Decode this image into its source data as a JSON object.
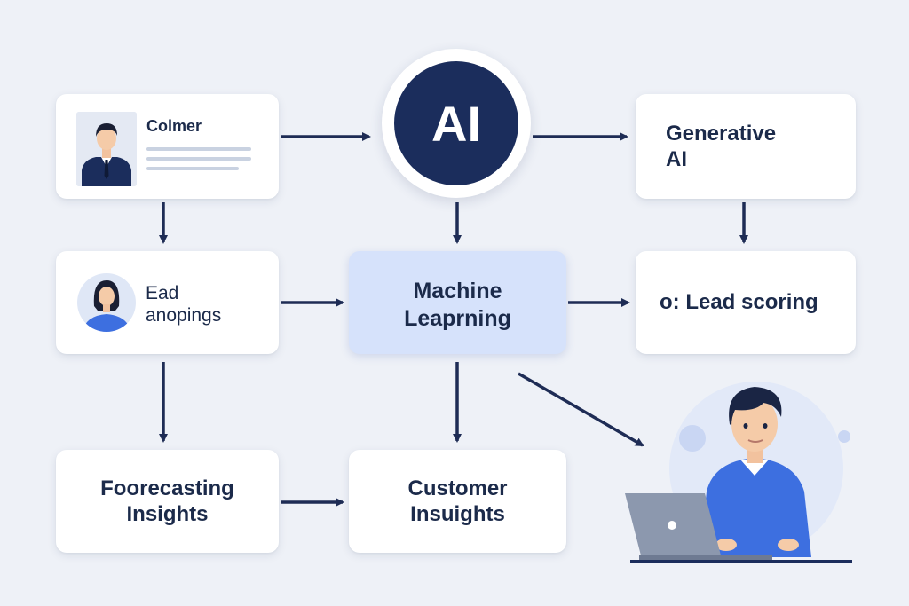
{
  "nodes": {
    "customer_card": {
      "title": "Colmer"
    },
    "ai": {
      "label": "AI"
    },
    "generative": {
      "line1": "Generative",
      "line2": "AI"
    },
    "lead_card": {
      "line1": "Ead",
      "line2": "anopings"
    },
    "machine_learning": {
      "line1": "Machine",
      "line2": "Leaprning"
    },
    "lead_scoring": {
      "label": "o: Lead scoring"
    },
    "forecasting": {
      "line1": "Foorecasting",
      "line2": "Insights"
    },
    "customer_insights": {
      "line1": "Customer",
      "line2": "Insuights"
    }
  },
  "colors": {
    "background": "#eef1f7",
    "navy": "#1b2d5c",
    "arrow": "#1e2c55",
    "highlight": "#d6e2fb",
    "accent_blue": "#3d6fe0"
  }
}
